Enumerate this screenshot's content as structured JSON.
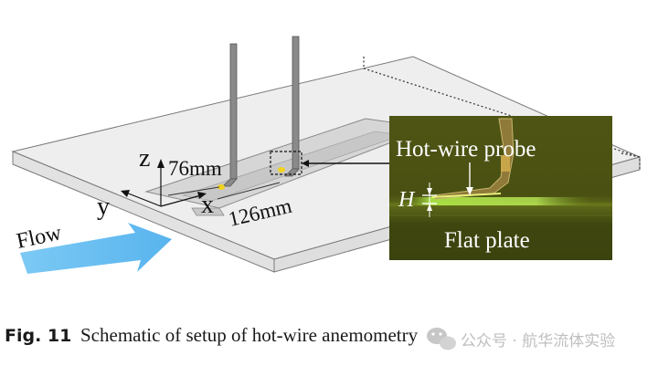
{
  "diagram": {
    "labels": {
      "z_axis": "z",
      "y_axis": "y",
      "x_axis": "x",
      "dist_76": "76mm",
      "dist_126": "126mm",
      "flow": "Flow",
      "probe_label": "Hot-wire probe",
      "height_label": "H",
      "plate_label": "Flat plate"
    },
    "colors": {
      "plate_fill": "#ececec",
      "strip_fill": "#d4d4d4",
      "stem": "#808080",
      "arrow_fill": "#6cc3f3",
      "sensor": "#f2d21c",
      "photo_bg": "#4b5212",
      "photo_glow": "#b7ff4a"
    }
  },
  "caption": {
    "label": "Fig. 11",
    "text": "Schematic of setup of hot-wire anemometry"
  },
  "watermark": {
    "text": "公众号 · 航华流体实验",
    "icon": "wechat-icon"
  }
}
